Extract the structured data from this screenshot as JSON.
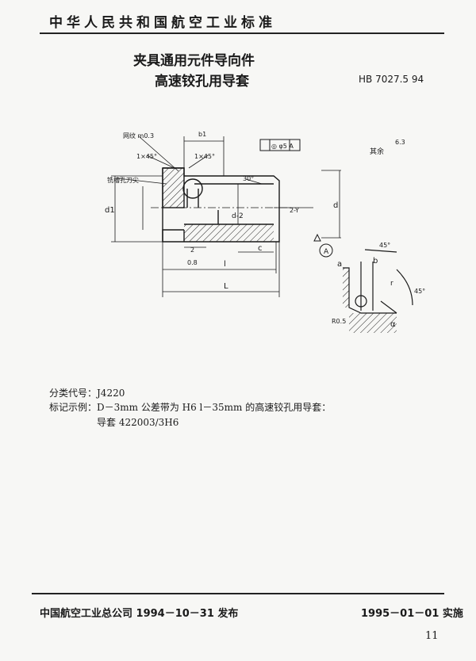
{
  "header": {
    "title": "中华人民共和国航空工业标准"
  },
  "document": {
    "title_line1": "夹具通用元件导向件",
    "title_line2": "高速铰孔用导套",
    "standard_no": "HB 7027.5  94"
  },
  "drawing": {
    "labels": {
      "knurl": "网纹 m0.3",
      "chamfer1": "1×45°",
      "chamfer2": "1×45°",
      "slot": "铣槽孔刀尖",
      "b1": "b1",
      "d1": "d1",
      "d_minus_2": "d-2",
      "d": "d",
      "two_y": "2-Y",
      "angle30": "30°",
      "c": "c",
      "l": "l",
      "L": "L",
      "two": "2",
      "zero_eight": "0.8",
      "tol_phi": "◎ φ5 A",
      "rest": "其余",
      "rest_rough": "6.3",
      "datum": "A",
      "a": "a",
      "b": "b",
      "angle45a": "45°",
      "angle45b": "45°",
      "r": "r",
      "alpha": "α",
      "r05": "R0.5"
    }
  },
  "info": {
    "classification": "分类代号：J4220",
    "example": "标记示例：D－3mm 公差带为 H6   l－35mm 的高速铰孔用导套：",
    "example_value": "导套  422003/3H6"
  },
  "footer": {
    "issuer": "中国航空工业总公司 1994－10－31 发布",
    "effective": "1995－01－01 实施",
    "page": "11"
  }
}
